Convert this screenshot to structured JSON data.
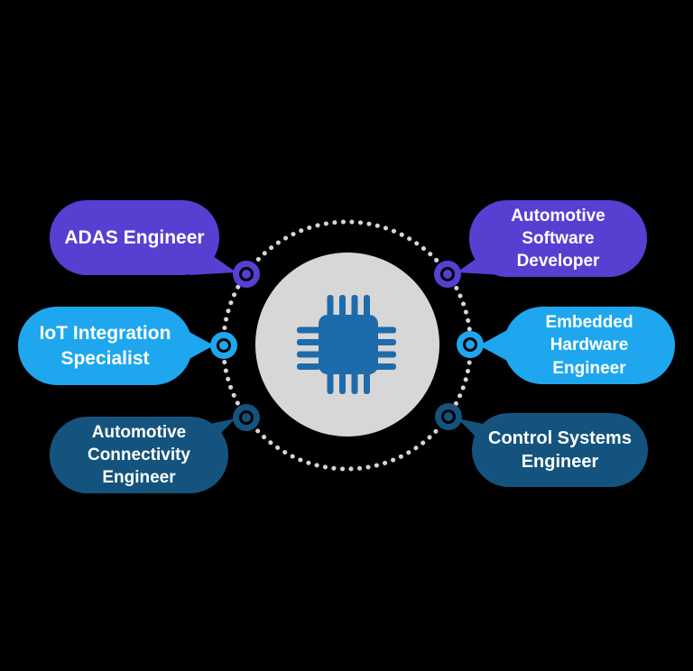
{
  "colors": {
    "background": "#000000",
    "purple": "#5640D2",
    "light_blue": "#1EA7EE",
    "dark_blue": "#14537D",
    "chip_blue": "#1E6BAB",
    "center_circle": "#D7D7D7",
    "dotted_ring": "#D6D6D6",
    "ring_stroke": "#000000",
    "text": "#FFFFFF"
  },
  "center": {
    "icon": "microchip-icon"
  },
  "bubbles": [
    {
      "id": "adas-engineer",
      "label": "ADAS Engineer",
      "lines": [
        "ADAS Engineer"
      ],
      "color": "#5640D2",
      "side": "left-top"
    },
    {
      "id": "iot-integration-specialist",
      "label": "IoT Integration Specialist",
      "lines": [
        "IoT Integration",
        "Specialist"
      ],
      "color": "#1EA7EE",
      "side": "left-middle"
    },
    {
      "id": "automotive-connectivity-engineer",
      "label": "Automotive Connectivity Engineer",
      "lines": [
        "Automotive",
        "Connectivity",
        "Engineer"
      ],
      "color": "#14537D",
      "side": "left-bottom"
    },
    {
      "id": "automotive-software-developer",
      "label": "Automotive Software Developer",
      "lines": [
        "Automotive",
        "Software",
        "Developer"
      ],
      "color": "#5640D2",
      "side": "right-top"
    },
    {
      "id": "embedded-hardware-engineer",
      "label": "Embedded Hardware Engineer",
      "lines": [
        "Embedded",
        "Hardware",
        "Engineer"
      ],
      "color": "#1EA7EE",
      "side": "right-middle"
    },
    {
      "id": "control-systems-engineer",
      "label": "Control Systems Engineer",
      "lines": [
        "Control Systems",
        "Engineer"
      ],
      "color": "#14537D",
      "side": "right-bottom"
    }
  ],
  "connectors": [
    {
      "id": "top-left",
      "color": "#5640D2"
    },
    {
      "id": "top-right",
      "color": "#5640D2"
    },
    {
      "id": "middle-left",
      "color": "#1EA7EE"
    },
    {
      "id": "middle-right",
      "color": "#1EA7EE"
    },
    {
      "id": "bottom-left",
      "color": "#14537D"
    },
    {
      "id": "bottom-right",
      "color": "#14537D"
    }
  ]
}
